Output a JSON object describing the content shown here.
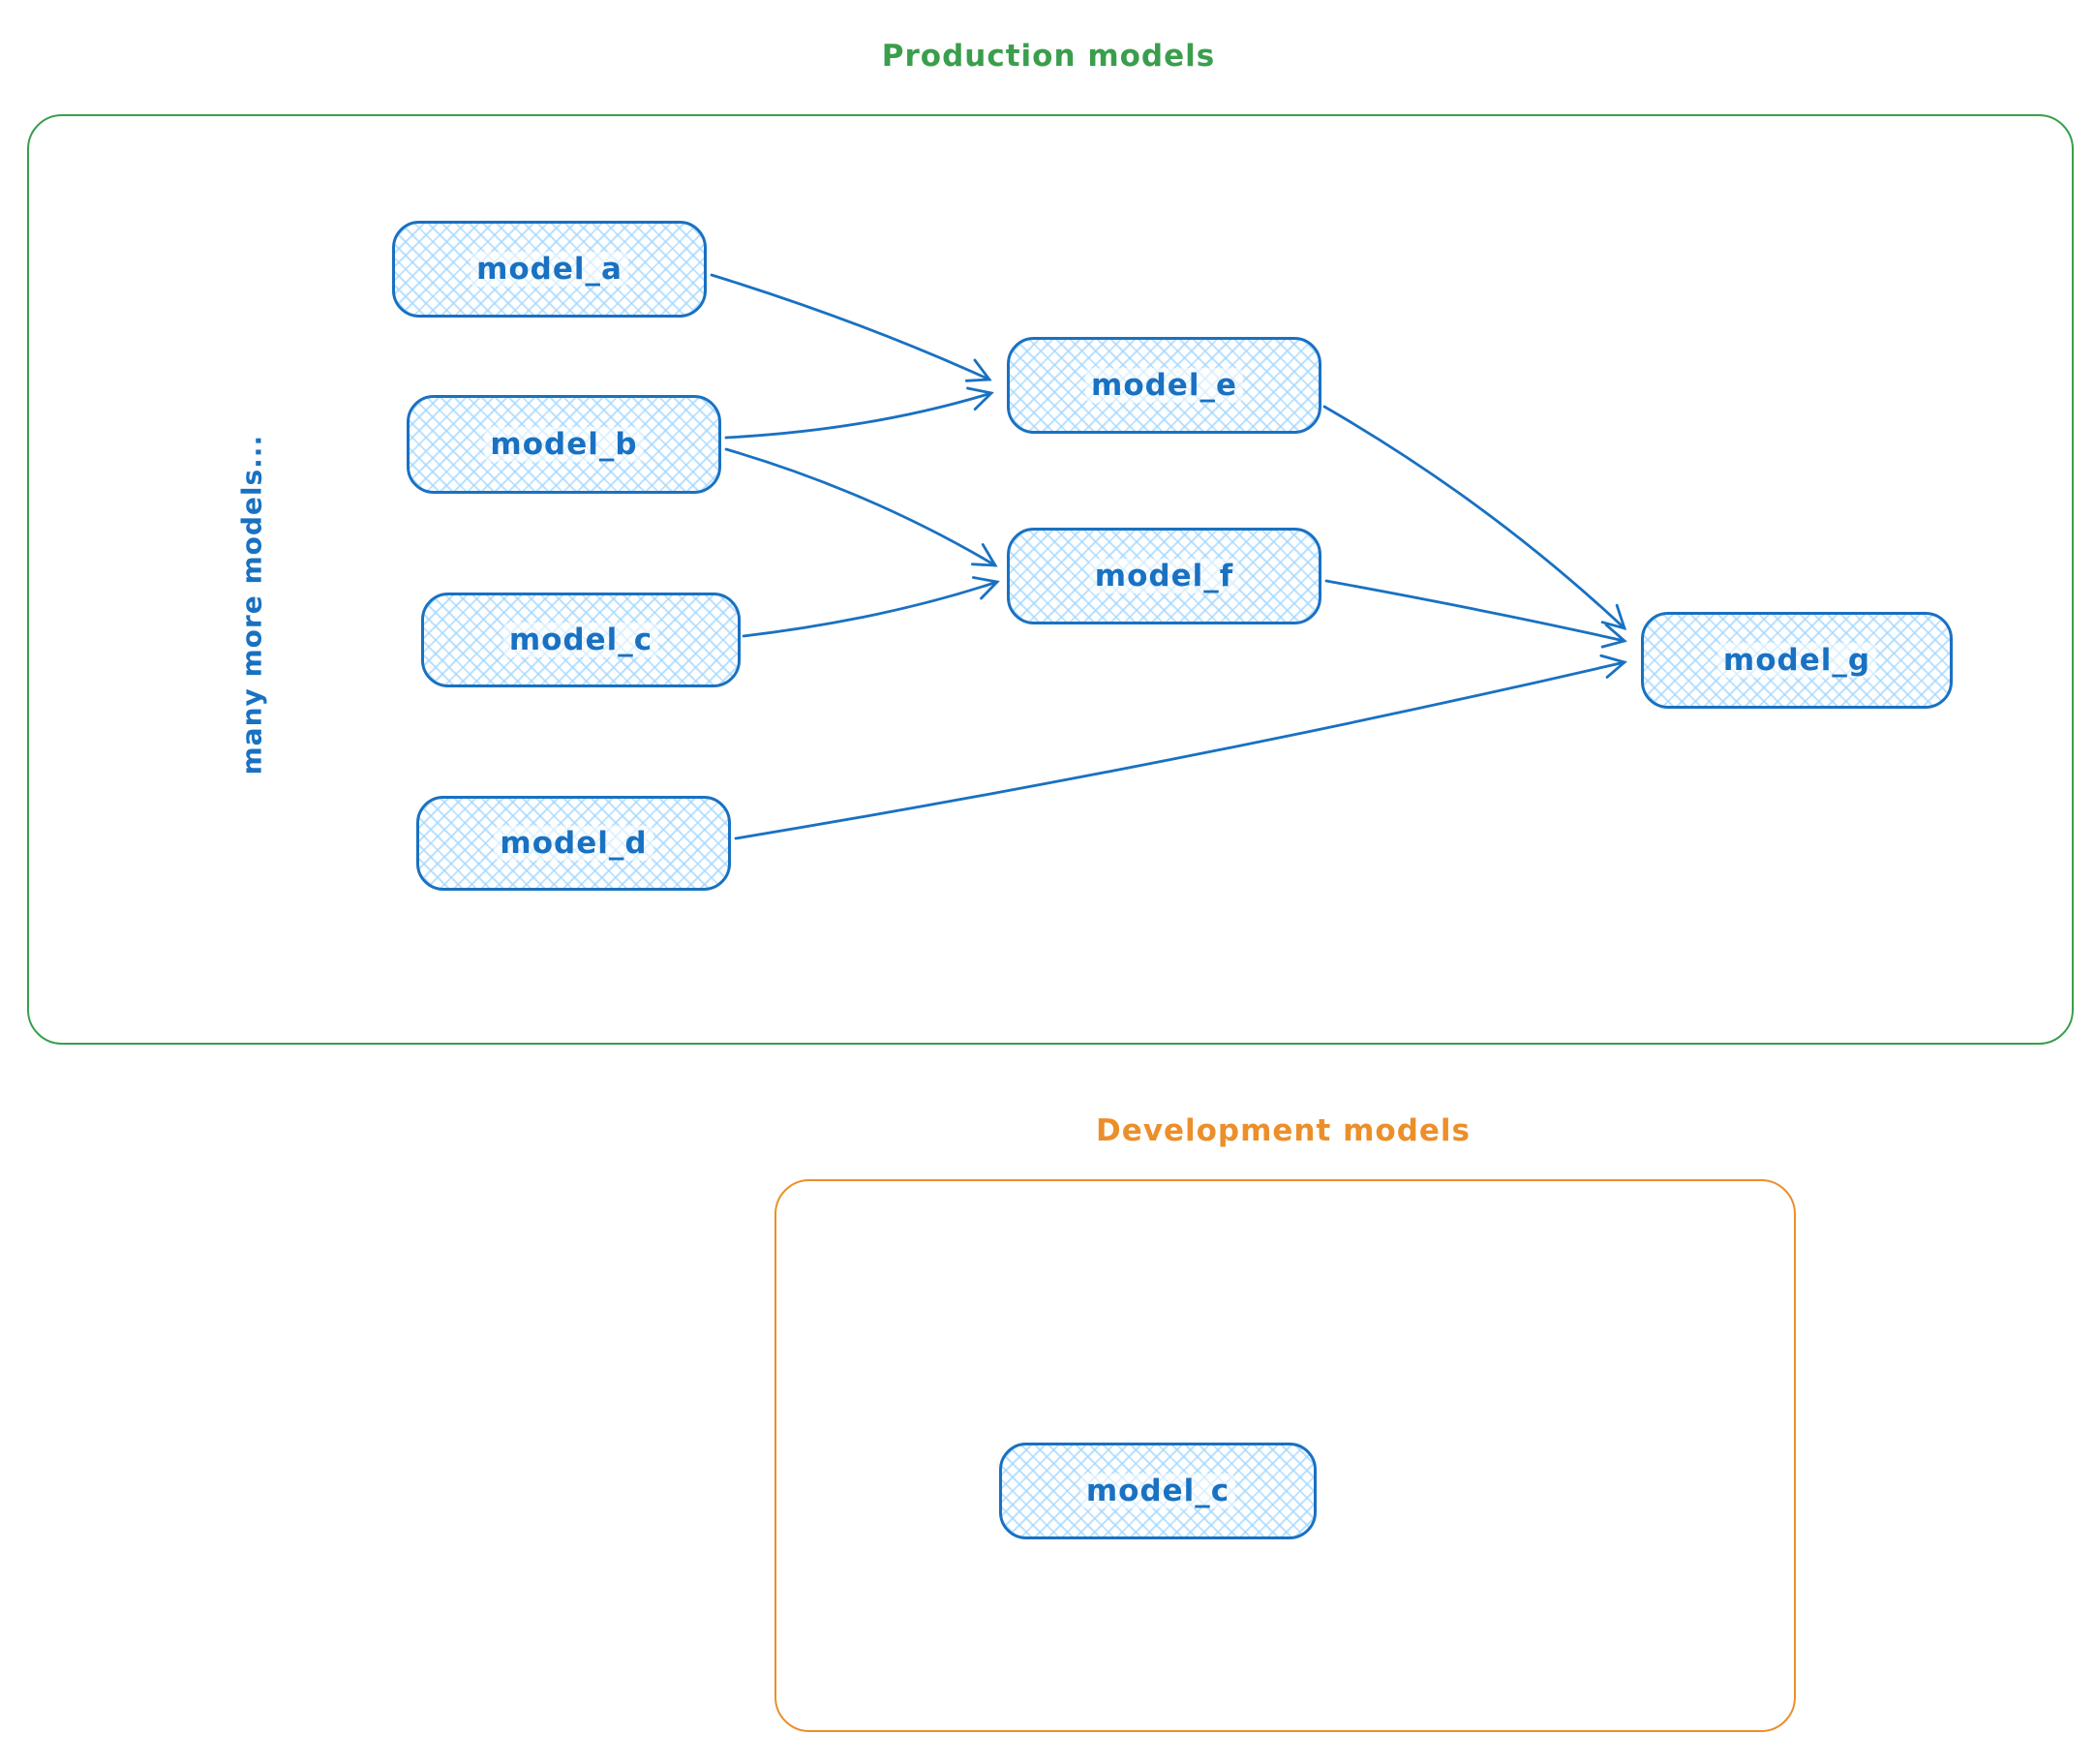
{
  "colors": {
    "node_stroke": "#1971c2",
    "node_fill": "#a5d8ff",
    "production_accent": "#3a9e4c",
    "development_accent": "#ec8f2a"
  },
  "production": {
    "title": "Production models",
    "side_note": "many more models..."
  },
  "development": {
    "title": "Development models"
  },
  "nodes": {
    "model_a": {
      "label": "model_a"
    },
    "model_b": {
      "label": "model_b"
    },
    "model_c": {
      "label": "model_c"
    },
    "model_d": {
      "label": "model_d"
    },
    "model_e": {
      "label": "model_e"
    },
    "model_f": {
      "label": "model_f"
    },
    "model_g": {
      "label": "model_g"
    },
    "dev_model_c": {
      "label": "model_c"
    }
  },
  "edges": [
    {
      "from": "model_a",
      "to": "model_e"
    },
    {
      "from": "model_b",
      "to": "model_e"
    },
    {
      "from": "model_b",
      "to": "model_f"
    },
    {
      "from": "model_c",
      "to": "model_f"
    },
    {
      "from": "model_e",
      "to": "model_g"
    },
    {
      "from": "model_f",
      "to": "model_g"
    },
    {
      "from": "model_d",
      "to": "model_g"
    }
  ]
}
